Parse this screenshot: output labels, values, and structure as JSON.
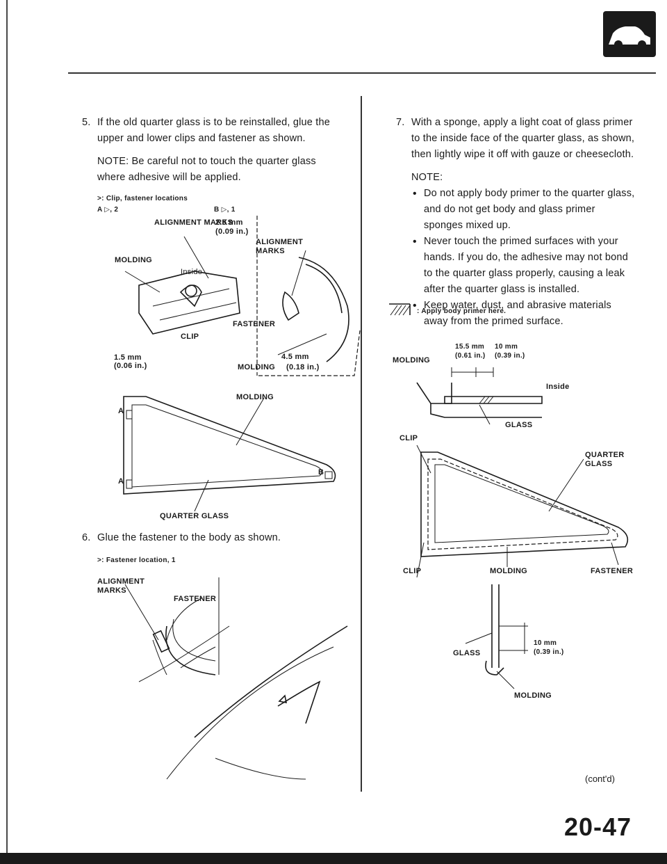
{
  "page": {
    "number": "20-47",
    "contd": "(cont'd)"
  },
  "step5": {
    "num": "5.",
    "text": "If the old quarter glass is to be reinstalled, glue the upper and lower clips and fastener as shown.",
    "note": "NOTE: Be careful not to touch the quarter glass where adhesive will be applied.",
    "legend": ">: Clip, fastener locations",
    "a_count": "A ▷, 2",
    "b_count": "B ▷, 1",
    "labels": {
      "alignment_marks_1": "ALIGNMENT MARKS",
      "dim_25": "2.5 mm",
      "dim_25_in": "(0.09 in.)",
      "alignment_marks_2": "ALIGNMENT MARKS",
      "molding": "MOLDING",
      "inside": "Inside",
      "clip": "CLIP",
      "fastener": "FASTENER",
      "dim_15": "1.5 mm",
      "dim_15_in": "(0.06 in.)",
      "dim_45": "4.5 mm",
      "dim_45_in": "(0.18 in.)",
      "molding_2": "MOLDING",
      "molding_3": "MOLDING",
      "quarter_glass": "QUARTER GLASS",
      "a1": "A",
      "a2": "A",
      "b1": "B"
    }
  },
  "step6": {
    "num": "6.",
    "text": "Glue the fastener to the body as shown.",
    "legend": ">: Fastener location, 1",
    "labels": {
      "alignment_marks": "ALIGNMENT MARKS",
      "fastener": "FASTENER"
    }
  },
  "step7": {
    "num": "7.",
    "text": "With a sponge, apply a light coat of glass primer to the inside face of the quarter glass, as shown, then lightly wipe it off with gauze or cheesecloth.",
    "note_title": "NOTE:",
    "notes": [
      "Do not apply body primer to the quarter glass, and do not get body and glass primer sponges mixed up.",
      "Never touch the primed surfaces with your hands. If you do, the adhesive may not bond to the quarter glass properly, causing a leak after the quarter glass is installed.",
      "Keep water, dust, and abrasive materials away from the primed surface."
    ],
    "hatch_legend": ": Apply body primer here.",
    "labels": {
      "molding": "MOLDING",
      "dim_155": "15.5 mm",
      "dim_155_in": "(0.61 in.)",
      "dim_10": "10 mm",
      "dim_10_in": "(0.39 in.)",
      "inside": "Inside",
      "glass": "GLASS",
      "clip_top": "CLIP",
      "quarter_glass": "QUARTER GLASS",
      "clip_bottom": "CLIP",
      "molding_2": "MOLDING",
      "fastener": "FASTENER",
      "glass_2": "GLASS",
      "dim_10b": "10 mm",
      "dim_10b_in": "(0.39 in.)",
      "molding_3": "MOLDING"
    }
  }
}
